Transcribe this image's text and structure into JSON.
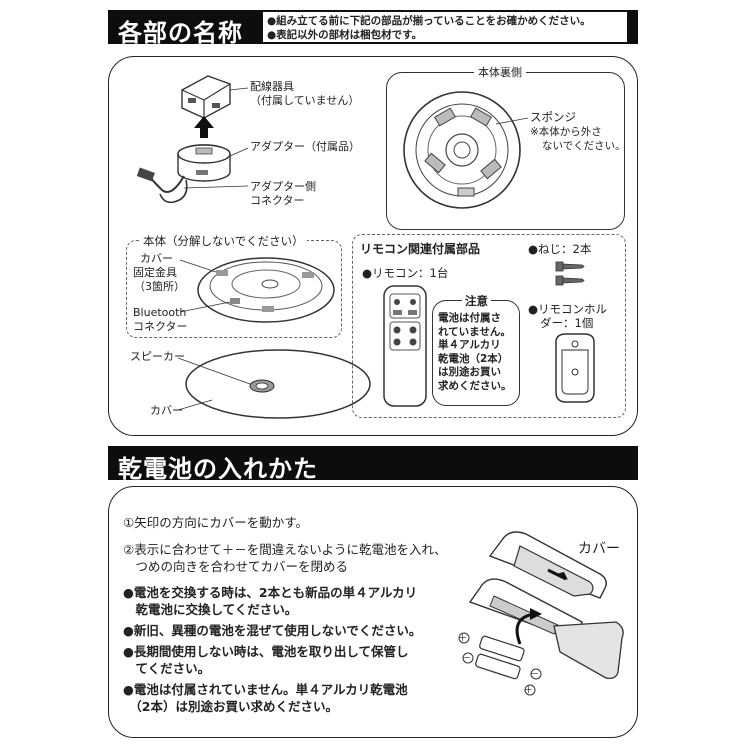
{
  "parts": {
    "title": "各部の名称",
    "notes": [
      "●組み立てる前に下記の部品が揃っていることをお確かめください。",
      "●表記以外の部材は梱包材です。"
    ],
    "wiring": {
      "label1": "配線器具",
      "label2": "（付属していません）"
    },
    "adapter": {
      "label": "アダプター（付属品）"
    },
    "adapter_connector": {
      "label1": "アダプター側",
      "label2": "コネクター"
    },
    "back": {
      "title": "本体裏側",
      "sponge": "スポンジ",
      "sponge_note1": "※本体から外さ",
      "sponge_note2": "ないでください。"
    },
    "body": {
      "title": "本体（分解しないでください）",
      "fixture1": "カバー",
      "fixture2": "固定金具",
      "fixture3": "（3箇所）",
      "bt1": "Bluetooth",
      "bt2": "コネクター",
      "speaker": "スピーカー",
      "cover": "カバー"
    },
    "remote_box": {
      "title": "リモコン関連付属部品",
      "remote": "●リモコン：1台",
      "screws": "●ねじ：2本",
      "holder1": "●リモコンホル",
      "holder2": "ダー：1個",
      "caution": {
        "title": "注意",
        "lines": [
          "電池は付属さ",
          "れていません。",
          "単４アルカリ",
          "乾電池（2本）",
          "は別途お買い",
          "求めください。"
        ]
      }
    }
  },
  "battery": {
    "title": "乾電池の入れかた",
    "steps": [
      "①矢印の方向にカバーを動かす。",
      "②表示に合わせて＋－を間違えないように乾電池を入れ、",
      "　つめの向きを合わせてカバーを閉める"
    ],
    "notes": [
      "●電池を交換する時は、2本とも新品の単４アルカリ",
      "　乾電池に交換してください。",
      "●新旧、異種の電池を混ぜて使用しないでください。",
      "●長期間使用しない時は、電池を取り出して保管し",
      "　てください。",
      "●電池は付属されていません。単４アルカリ乾電池",
      "　（2本）は別途お買い求めください。"
    ],
    "cover_label": "カバー",
    "plus": "＋",
    "minus": "－"
  }
}
